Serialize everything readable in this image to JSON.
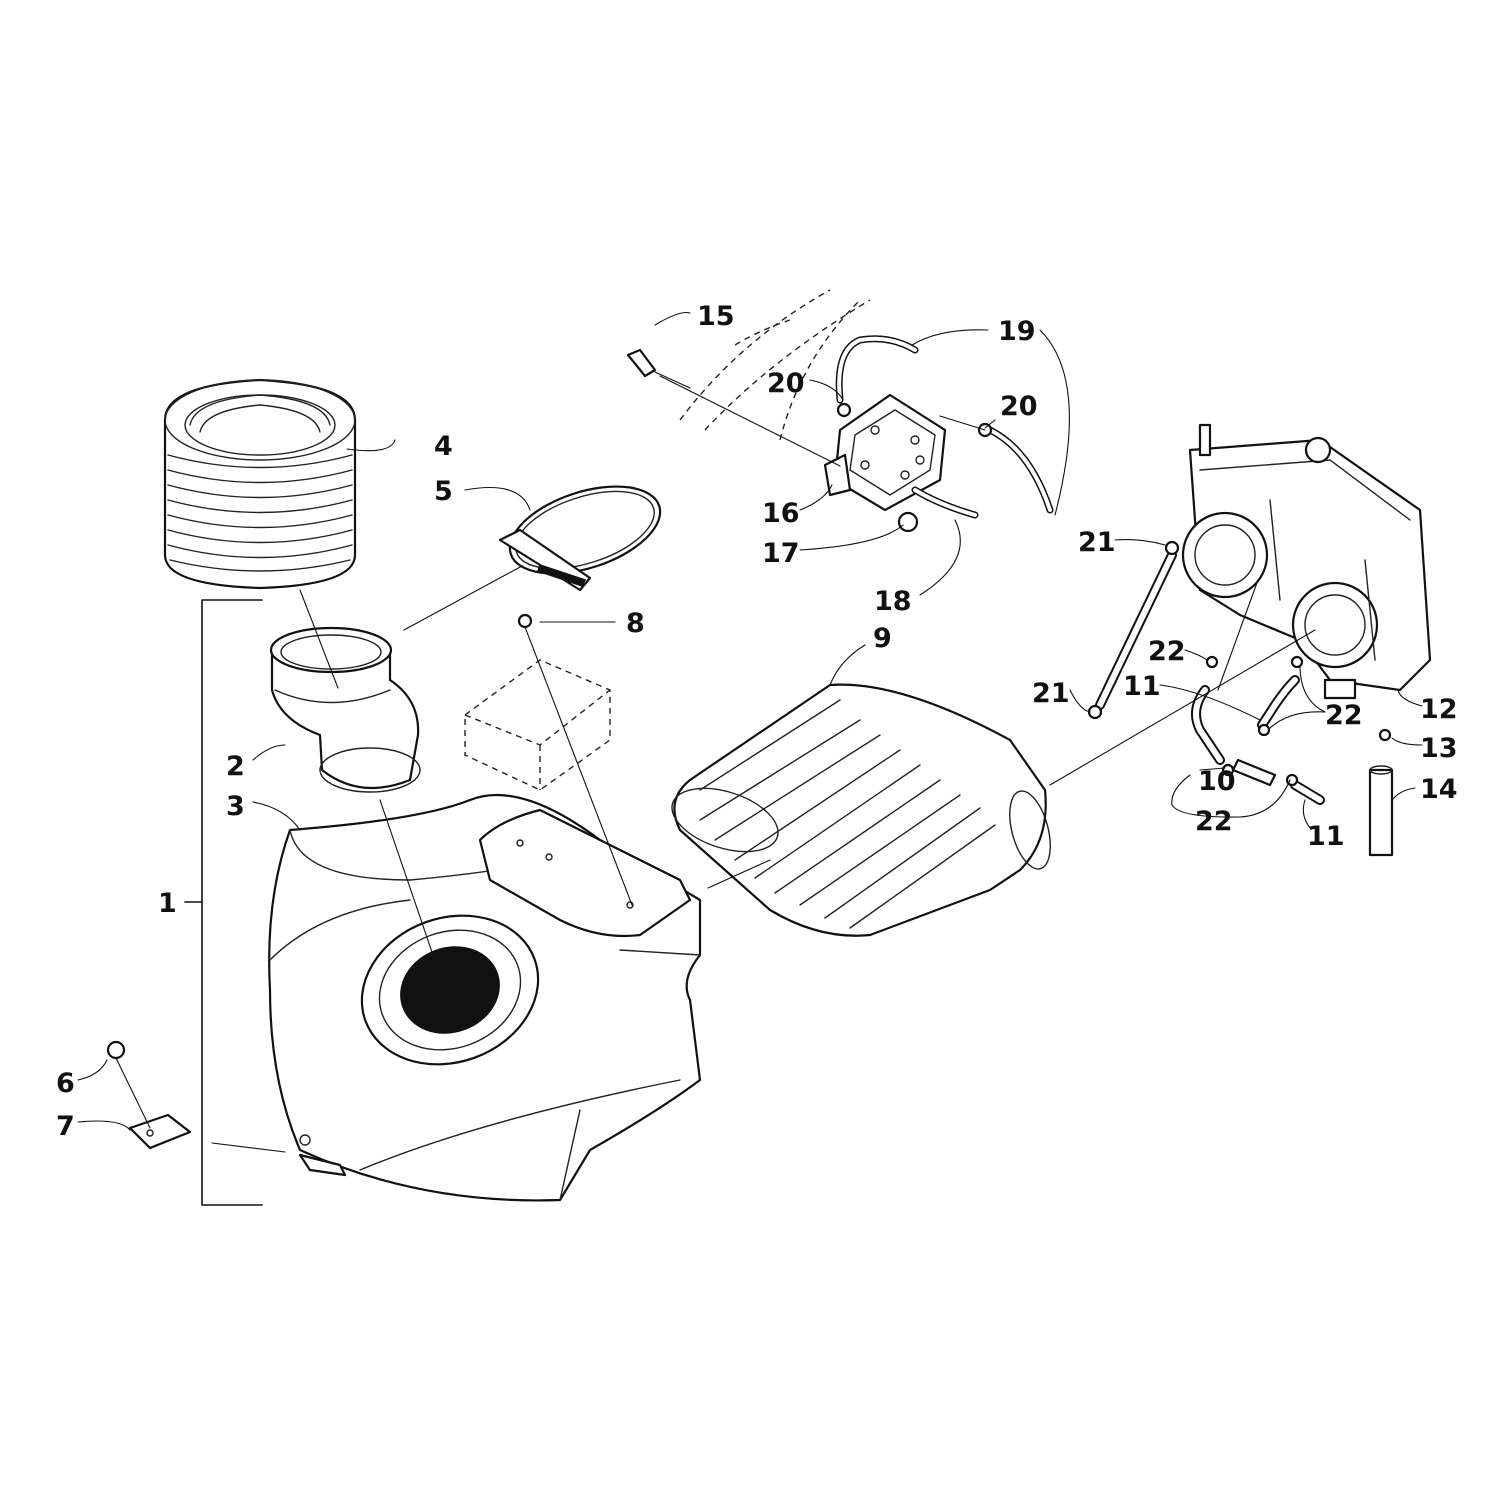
{
  "callouts": {
    "c1": "1",
    "c2": "2",
    "c3": "3",
    "c4": "4",
    "c5": "5",
    "c6": "6",
    "c7": "7",
    "c8": "8",
    "c9": "9",
    "c10": "10",
    "c11a": "11",
    "c11b": "11",
    "c12": "12",
    "c13": "13",
    "c14": "14",
    "c15": "15",
    "c16": "16",
    "c17": "17",
    "c18": "18",
    "c19": "19",
    "c20a": "20",
    "c20b": "20",
    "c21a": "21",
    "c21b": "21",
    "c22a": "22",
    "c22b": "22",
    "c22c": "22"
  },
  "colors": {
    "ink": "#111111",
    "paper": "#ffffff"
  }
}
